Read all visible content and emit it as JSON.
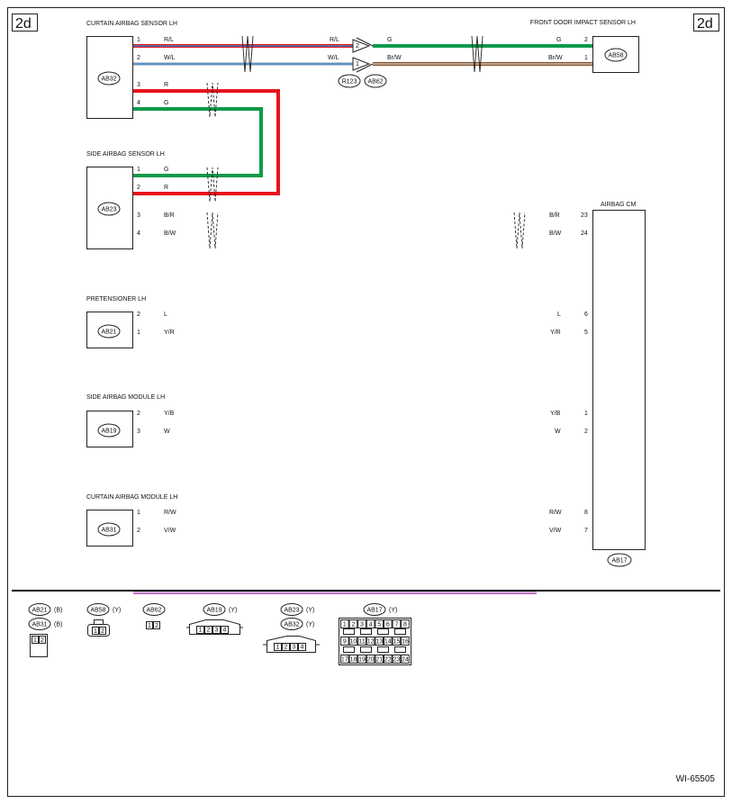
{
  "page": {
    "tag_left": "2d",
    "tag_right": "2d",
    "figure_id": "WI-65505"
  },
  "colors": {
    "R": "#e8141b",
    "G": "#0e9a4b",
    "L": "#2f86d6",
    "W": "#c8c8c8",
    "B": "#111111",
    "Y": "#d4d100",
    "O": "#e08a1e",
    "Br": "#8a4a18",
    "V": "#c24ad0"
  },
  "components": {
    "curtain_sensor": {
      "name": "CURTAIN AIRBAG SENSOR LH",
      "connector": "AB32"
    },
    "side_sensor": {
      "name": "SIDE AIRBAG SENSOR LH",
      "connector": "AB23"
    },
    "pretensioner": {
      "name": "PRETENSIONER LH",
      "connector": "AB21"
    },
    "side_module": {
      "name": "SIDE AIRBAG MODULE LH",
      "connector": "AB19"
    },
    "curtain_module": {
      "name": "CURTAIN AIRBAG MODULE LH",
      "connector": "AB31"
    },
    "front_sensor": {
      "name": "FRONT DOOR IMPACT SENSOR LH",
      "connector": "AB58"
    },
    "airbag_cm": {
      "name": "AIRBAG CM",
      "connector": "AB17"
    },
    "junction": {
      "connectors": [
        "R123",
        "AB62"
      ]
    }
  },
  "wires": {
    "w1": {
      "pin_l": "1",
      "label_l": "R/L",
      "label_r": "R/L",
      "pin_r": "2"
    },
    "w2": {
      "pin_l": "2",
      "label_l": "W/L",
      "label_r": "W/L",
      "pin_r": "1"
    },
    "w1b": {
      "pin_l": "2",
      "label_l": "G",
      "label_r": "G",
      "pin_r": "2"
    },
    "w2b": {
      "pin_l": "1",
      "label_l": "Br/W",
      "label_r": "Br/W",
      "pin_r": "1"
    },
    "w3": {
      "pin_l": "3",
      "label_l": "R"
    },
    "w4": {
      "pin_l": "4",
      "label_l": "G"
    },
    "s1": {
      "pin_l": "1",
      "label_l": "G"
    },
    "s2": {
      "pin_l": "2",
      "label_l": "R"
    },
    "s3": {
      "pin_l": "3",
      "label_l": "B/R",
      "label_r": "B/R",
      "pin_r": "23"
    },
    "s4": {
      "pin_l": "4",
      "label_l": "B/W",
      "label_r": "B/W",
      "pin_r": "24"
    },
    "p2": {
      "pin_l": "2",
      "label_l": "L",
      "label_r": "L",
      "pin_r": "6"
    },
    "p1": {
      "pin_l": "1",
      "label_l": "Y/R",
      "label_r": "Y/R",
      "pin_r": "5"
    },
    "m2": {
      "pin_l": "2",
      "label_l": "Y/B",
      "label_r": "Y/B",
      "pin_r": "1"
    },
    "m3": {
      "pin_l": "3",
      "label_l": "W",
      "label_r": "W",
      "pin_r": "2"
    },
    "c1": {
      "pin_l": "1",
      "label_l": "R/W",
      "label_r": "R/W",
      "pin_r": "8"
    },
    "c2": {
      "pin_l": "2",
      "label_l": "V/W",
      "label_r": "V/W",
      "pin_r": "7"
    }
  },
  "legend": {
    "ab21": {
      "id": "AB21",
      "color": "(B)"
    },
    "ab31": {
      "id": "AB31",
      "color": "(B)"
    },
    "ab58": {
      "id": "AB58",
      "color": "(Y)"
    },
    "ab62": {
      "id": "AB62"
    },
    "ab19": {
      "id": "AB19",
      "color": "(Y)"
    },
    "ab23": {
      "id": "AB23",
      "color": "(Y)"
    },
    "ab32": {
      "id": "AB32",
      "color": "(Y)"
    },
    "ab17": {
      "id": "AB17",
      "color": "(Y)"
    },
    "pins_2": [
      "1",
      "2"
    ],
    "pins_4": [
      "1",
      "2",
      "3",
      "4"
    ],
    "pins_24": [
      "1",
      "2",
      "3",
      "4",
      "5",
      "6",
      "7",
      "8",
      "9",
      "10",
      "11",
      "12",
      "13",
      "14",
      "15",
      "16",
      "17",
      "18",
      "19",
      "20",
      "21",
      "22",
      "23",
      "24"
    ]
  }
}
